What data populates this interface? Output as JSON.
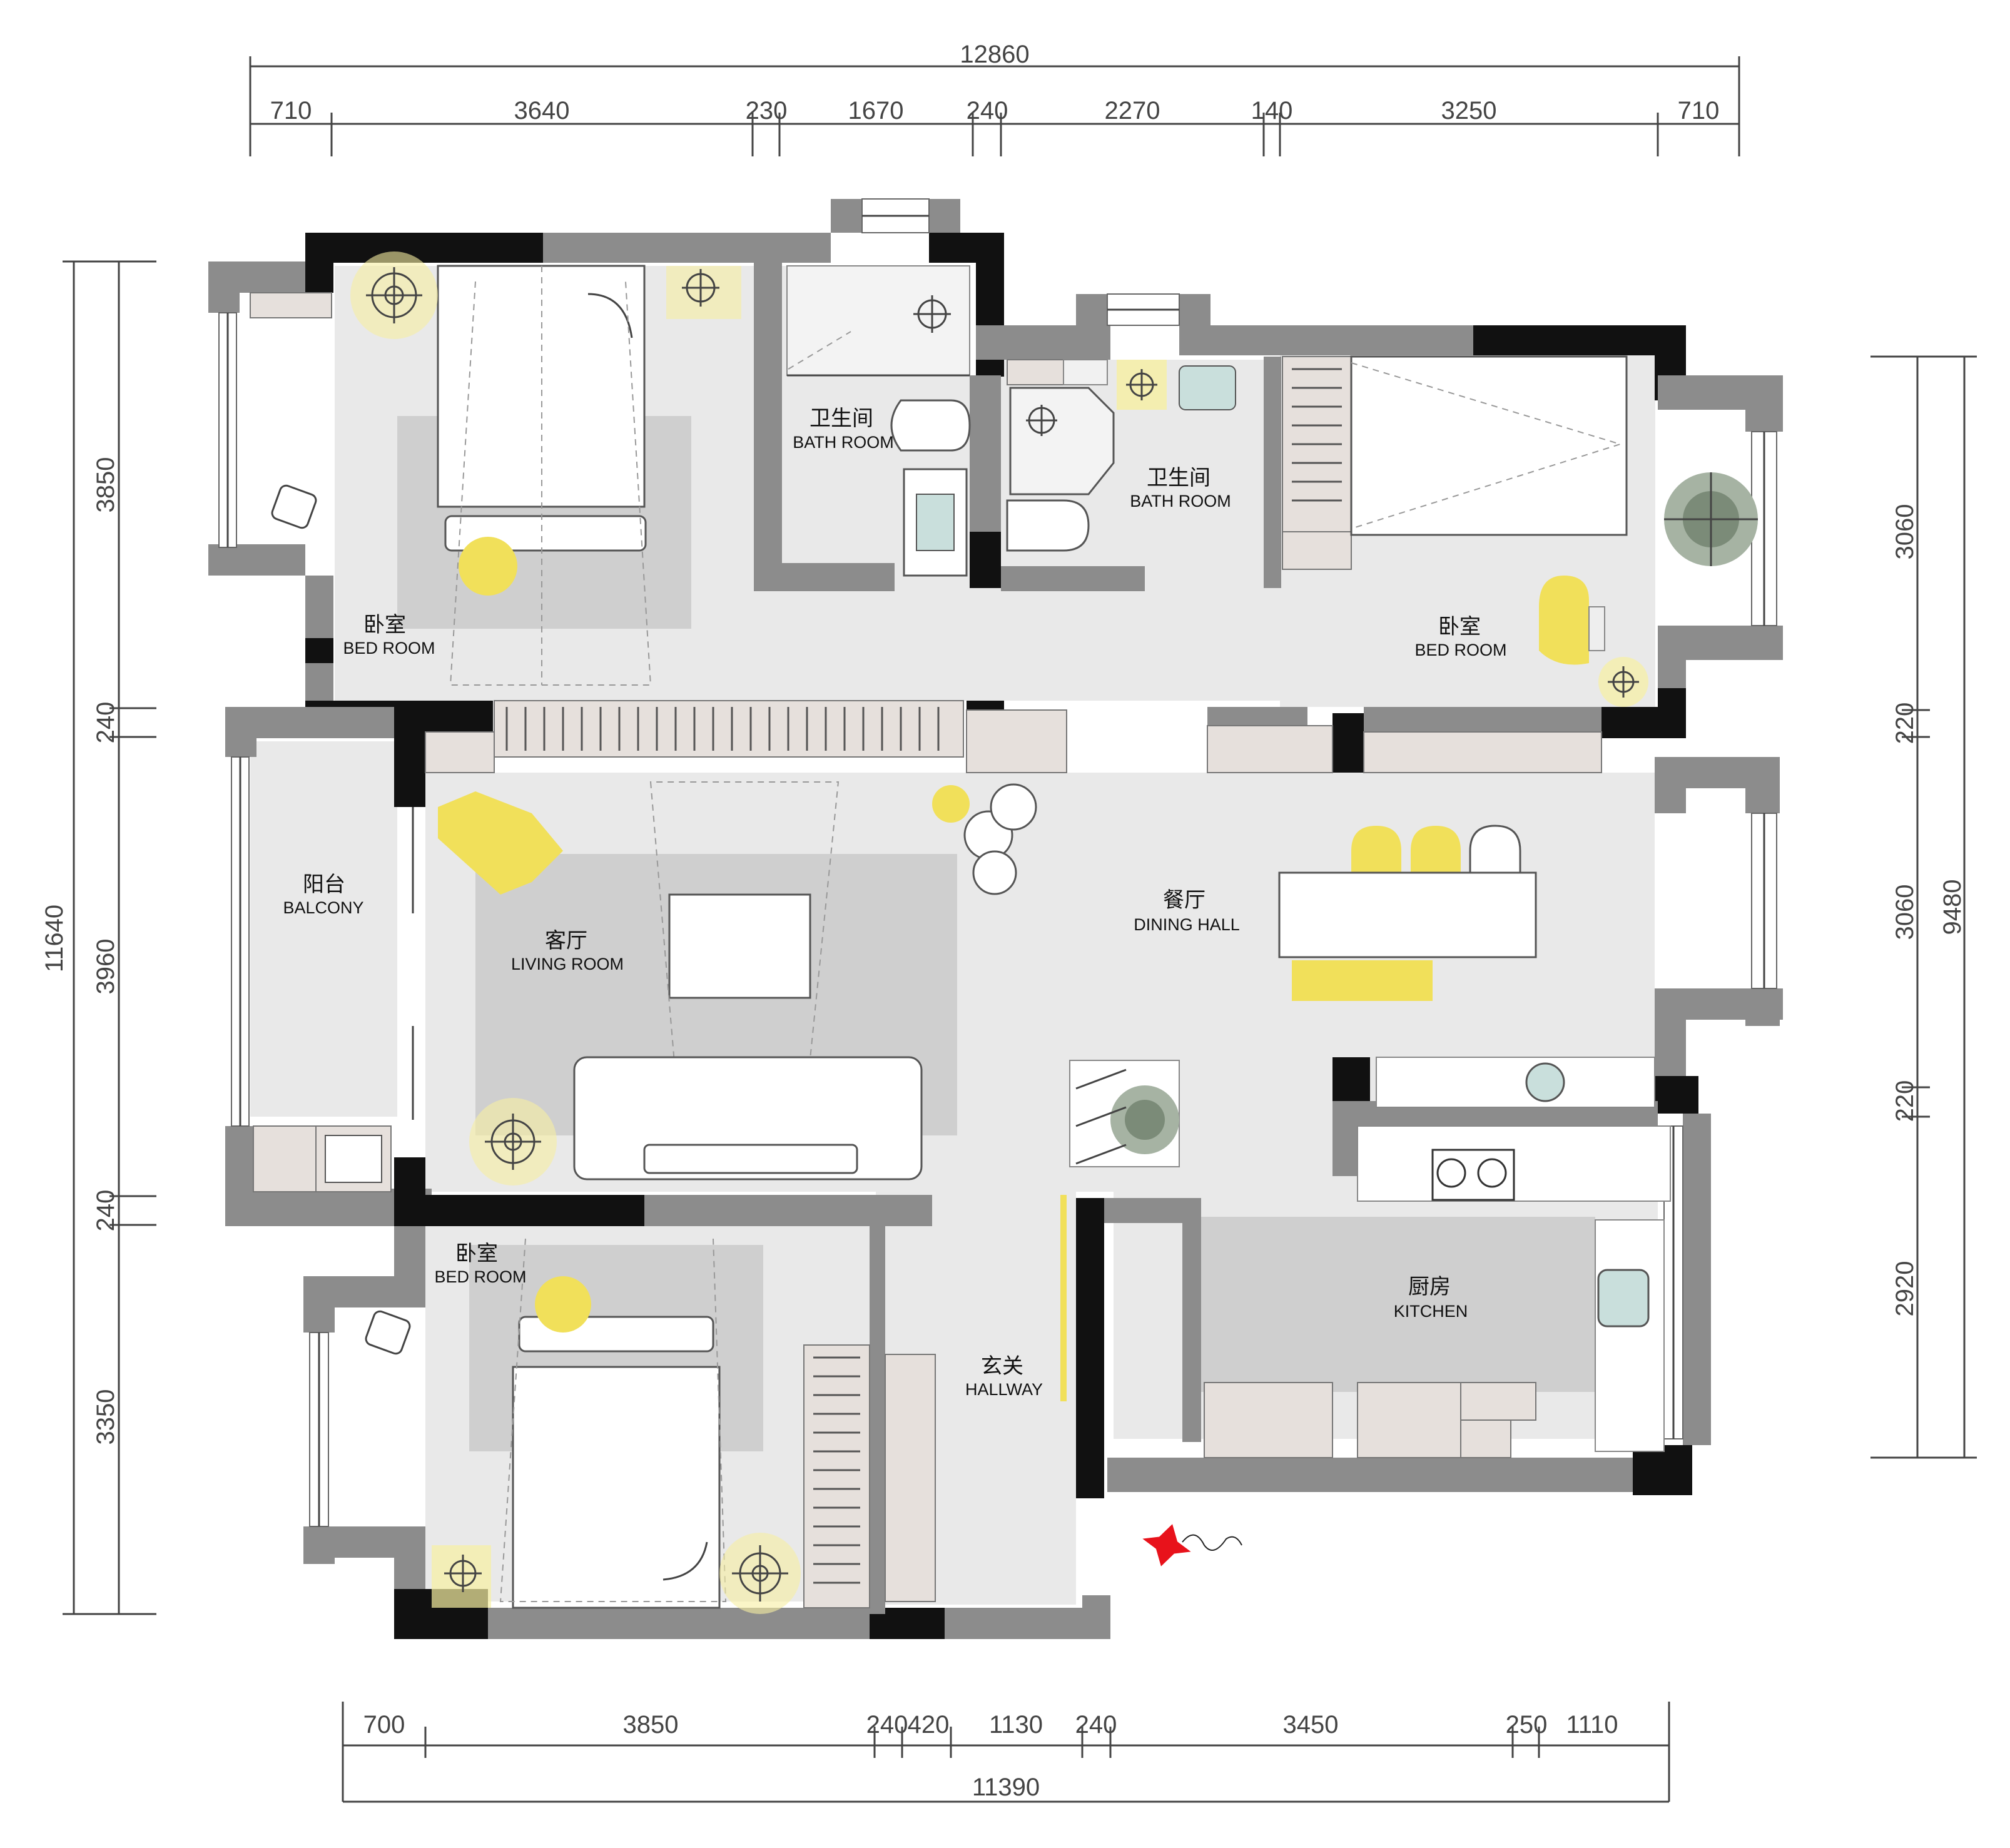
{
  "colors": {
    "wall": "#8c8c8c",
    "wall_dark": "#111111",
    "floor": "#e9e9e9",
    "rug": "#cfcfcf",
    "accent": "#f1e05a",
    "compass": "#e8121b"
  },
  "dimensions": {
    "top_total": "12860",
    "top": [
      "710",
      "3640",
      "230",
      "1670",
      "240",
      "2270",
      "140",
      "3250",
      "710"
    ],
    "bottom": [
      "700",
      "3850",
      "240",
      "420",
      "1130",
      "240",
      "3450",
      "250",
      "1110"
    ],
    "bottom_total": "11390",
    "left_total": "11640",
    "left": [
      "3850",
      "240",
      "3960",
      "240",
      "3350"
    ],
    "right": [
      "3060",
      "220",
      "3060",
      "220",
      "2920"
    ],
    "right_total": "9480"
  },
  "rooms": {
    "bed_room_1": {
      "cn": "卧室",
      "en": "BED ROOM"
    },
    "bath_room_1": {
      "cn": "卫生间",
      "en": "BATH ROOM"
    },
    "bath_room_2": {
      "cn": "卫生间",
      "en": "BATH ROOM"
    },
    "bed_room_2": {
      "cn": "卧室",
      "en": "BED ROOM"
    },
    "balcony": {
      "cn": "阳台",
      "en": "BALCONY"
    },
    "living_room": {
      "cn": "客厅",
      "en": "LIVING ROOM"
    },
    "dining_hall": {
      "cn": "餐厅",
      "en": "DINING HALL"
    },
    "bed_room_3": {
      "cn": "卧室",
      "en": "BED ROOM"
    },
    "hallway": {
      "cn": "玄关",
      "en": "HALLWAY"
    },
    "kitchen": {
      "cn": "厨房",
      "en": "KITCHEN"
    }
  },
  "icons": [
    "ceiling-light-icon",
    "plant-icon",
    "cushion-icon",
    "stove-icon",
    "sink-icon",
    "shower-icon",
    "compass-star-icon"
  ]
}
